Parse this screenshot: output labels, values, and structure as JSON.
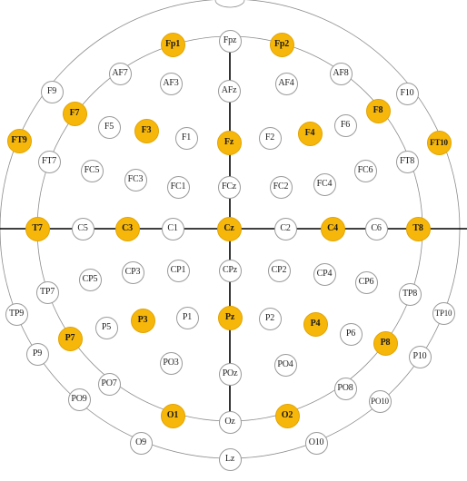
{
  "colors": {
    "background": "#ffffff",
    "outline": "#8c8c8c",
    "axis": "#000000",
    "electrode_fill": "#ffffff",
    "highlight_fill": "#f7b70a"
  },
  "electrodes": [
    {
      "label": "Fp1",
      "highlighted": true
    },
    {
      "label": "Fpz",
      "highlighted": false
    },
    {
      "label": "Fp2",
      "highlighted": true
    },
    {
      "label": "AF7",
      "highlighted": false
    },
    {
      "label": "AF3",
      "highlighted": false
    },
    {
      "label": "AFz",
      "highlighted": false
    },
    {
      "label": "AF4",
      "highlighted": false
    },
    {
      "label": "AF8",
      "highlighted": false
    },
    {
      "label": "F9",
      "highlighted": false
    },
    {
      "label": "F7",
      "highlighted": true
    },
    {
      "label": "F5",
      "highlighted": false
    },
    {
      "label": "F3",
      "highlighted": true
    },
    {
      "label": "F1",
      "highlighted": false
    },
    {
      "label": "Fz",
      "highlighted": true
    },
    {
      "label": "F2",
      "highlighted": false
    },
    {
      "label": "F4",
      "highlighted": true
    },
    {
      "label": "F6",
      "highlighted": false
    },
    {
      "label": "F8",
      "highlighted": true
    },
    {
      "label": "F10",
      "highlighted": false
    },
    {
      "label": "FT9",
      "highlighted": true
    },
    {
      "label": "FT7",
      "highlighted": false
    },
    {
      "label": "FC5",
      "highlighted": false
    },
    {
      "label": "FC3",
      "highlighted": false
    },
    {
      "label": "FC1",
      "highlighted": false
    },
    {
      "label": "FCz",
      "highlighted": false
    },
    {
      "label": "FC2",
      "highlighted": false
    },
    {
      "label": "FC4",
      "highlighted": false
    },
    {
      "label": "FC6",
      "highlighted": false
    },
    {
      "label": "FT8",
      "highlighted": false
    },
    {
      "label": "FT10",
      "highlighted": true
    },
    {
      "label": "T7",
      "highlighted": true
    },
    {
      "label": "C5",
      "highlighted": false
    },
    {
      "label": "C3",
      "highlighted": true
    },
    {
      "label": "C1",
      "highlighted": false
    },
    {
      "label": "Cz",
      "highlighted": true
    },
    {
      "label": "C2",
      "highlighted": false
    },
    {
      "label": "C4",
      "highlighted": true
    },
    {
      "label": "C6",
      "highlighted": false
    },
    {
      "label": "T8",
      "highlighted": true
    },
    {
      "label": "TP9",
      "highlighted": false
    },
    {
      "label": "TP7",
      "highlighted": false
    },
    {
      "label": "CP5",
      "highlighted": false
    },
    {
      "label": "CP3",
      "highlighted": false
    },
    {
      "label": "CP1",
      "highlighted": false
    },
    {
      "label": "CPz",
      "highlighted": false
    },
    {
      "label": "CP2",
      "highlighted": false
    },
    {
      "label": "CP4",
      "highlighted": false
    },
    {
      "label": "CP6",
      "highlighted": false
    },
    {
      "label": "TP8",
      "highlighted": false
    },
    {
      "label": "TP10",
      "highlighted": false
    },
    {
      "label": "P9",
      "highlighted": false
    },
    {
      "label": "P7",
      "highlighted": true
    },
    {
      "label": "P5",
      "highlighted": false
    },
    {
      "label": "P3",
      "highlighted": true
    },
    {
      "label": "P1",
      "highlighted": false
    },
    {
      "label": "Pz",
      "highlighted": true
    },
    {
      "label": "P2",
      "highlighted": false
    },
    {
      "label": "P4",
      "highlighted": true
    },
    {
      "label": "P6",
      "highlighted": false
    },
    {
      "label": "P8",
      "highlighted": true
    },
    {
      "label": "P10",
      "highlighted": false
    },
    {
      "label": "PO9",
      "highlighted": false
    },
    {
      "label": "PO7",
      "highlighted": false
    },
    {
      "label": "PO3",
      "highlighted": false
    },
    {
      "label": "POz",
      "highlighted": false
    },
    {
      "label": "PO4",
      "highlighted": false
    },
    {
      "label": "PO8",
      "highlighted": false
    },
    {
      "label": "PO10",
      "highlighted": false
    },
    {
      "label": "O1",
      "highlighted": true
    },
    {
      "label": "Oz",
      "highlighted": false
    },
    {
      "label": "O2",
      "highlighted": true
    },
    {
      "label": "O9",
      "highlighted": false
    },
    {
      "label": "O10",
      "highlighted": false
    },
    {
      "label": "Lz",
      "highlighted": false
    }
  ]
}
